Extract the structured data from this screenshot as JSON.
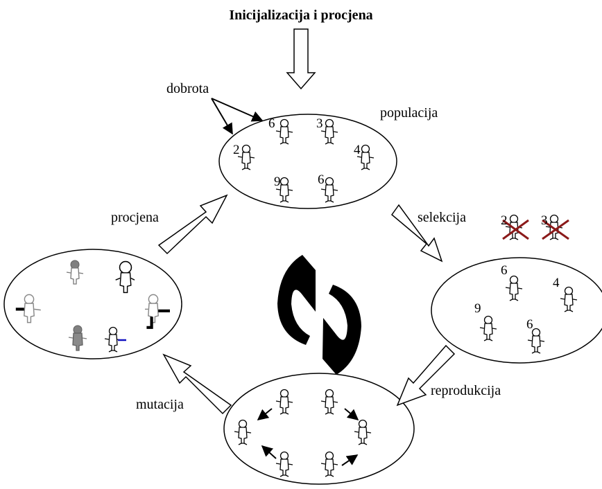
{
  "title": "Inicijalizacija i procjena",
  "labels": {
    "fitness": "dobrota",
    "population": "populacija",
    "selection": "selekcija",
    "reproduction": "reprodukcija",
    "mutation": "mutacija",
    "evaluation": "procjena"
  },
  "population": {
    "fitness_values": [
      "6",
      "3",
      "2",
      "4",
      "9",
      "6"
    ]
  },
  "selection": {
    "eliminated_values": [
      "2",
      "3"
    ],
    "selected_values": [
      "6",
      "4",
      "9",
      "6"
    ]
  },
  "colors": {
    "stroke": "#000000",
    "eliminated_cross": "#8b1a1a",
    "mutant_fill": "#808080",
    "mutation_mark": "#1010c0"
  },
  "icons": [
    "stick-figure",
    "refresh-cycle",
    "hollow-arrow",
    "cross-mark"
  ]
}
